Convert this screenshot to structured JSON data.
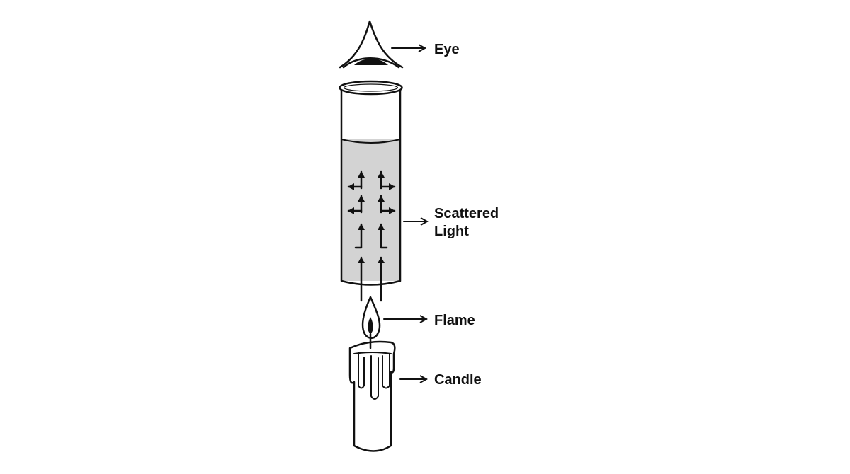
{
  "labels": {
    "eye": "Eye",
    "scattered_line1": "Scattered",
    "scattered_line2": "Light",
    "flame": "Flame",
    "candle": "Candle"
  },
  "colors": {
    "ink": "#111111",
    "liquid": "#d3d3d3",
    "background": "#ffffff"
  }
}
